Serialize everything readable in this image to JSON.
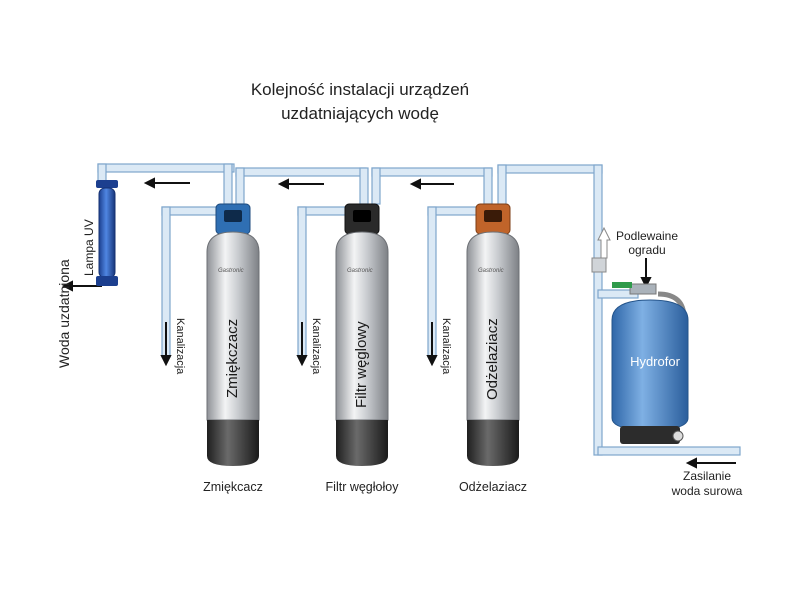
{
  "title": {
    "line1": "Kolejność instalacji urządzeń",
    "line2": "uzdatniających wodę"
  },
  "labels": {
    "uv_lamp": "Lampa UV",
    "treated_water": "Woda uzdatniona",
    "drain": "Kanalizacja",
    "garden_watering_line1": "Podlewaine",
    "garden_watering_line2": "ogradu",
    "hydrofor": "Hydrofor",
    "raw_water_line1": "Zasilanie",
    "raw_water_line2": "woda surowa"
  },
  "tanks": [
    {
      "body_label": "Zmiękczacz",
      "caption": "Zmiękcacz",
      "head_color": "#2f6fb3"
    },
    {
      "body_label": "Filtr węglowy",
      "caption": "Filtr węgłołoy",
      "head_color": "#2a2a2a"
    },
    {
      "body_label": "Odżelaziacz",
      "caption": "Odżelaziacz",
      "head_color": "#c0642a"
    }
  ],
  "brand_text": "Gastronic",
  "colors": {
    "pipe_fill": "#dbe9f5",
    "pipe_stroke": "#7ea6cc",
    "tank_metal": "#b9bcc0",
    "tank_base": "#3a3a3a",
    "uv_blue": "#2b5fc0",
    "hydrofor_blue": "#4a86c8"
  }
}
